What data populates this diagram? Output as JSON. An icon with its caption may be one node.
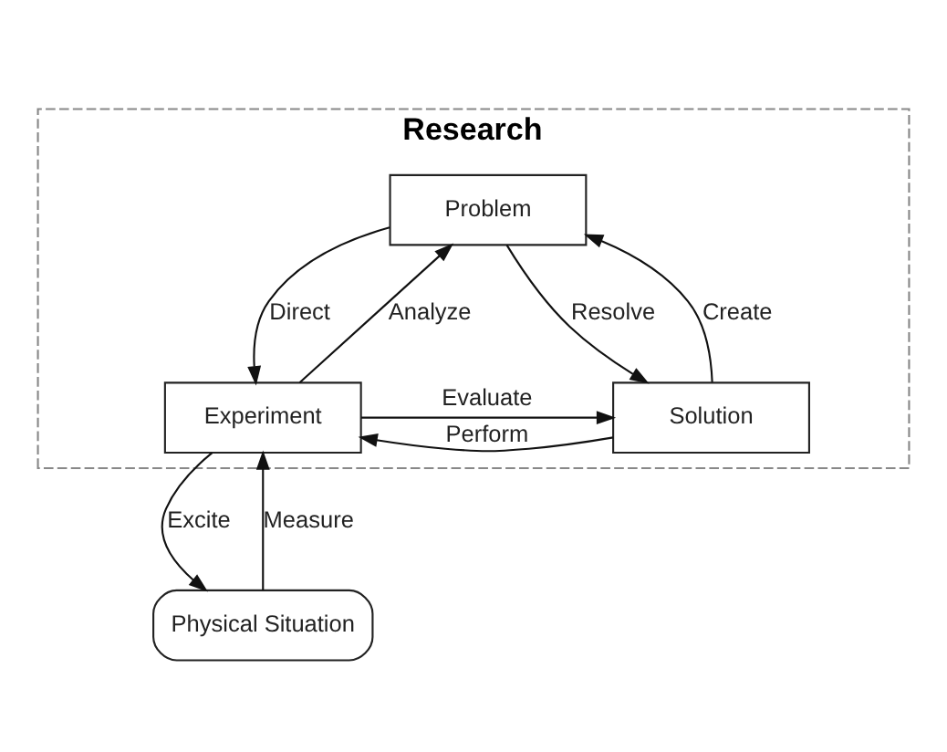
{
  "diagram": {
    "nodes": [
      {
        "text": [
          "Research"
        ]
      },
      {
        "text": [
          "Problem"
        ],
        "in": 0
      },
      {
        "text": [
          "Experiment"
        ],
        "in": 0
      },
      {
        "text": [
          "Solution"
        ],
        "in": 0
      },
      {
        "text": [
          "Physical Situation"
        ]
      }
    ],
    "edges": [
      {
        "from": 2,
        "to": 1,
        "arrow": "to",
        "label": "Analyze"
      },
      {
        "from": 3,
        "to": 1,
        "arrow": "to",
        "label": "Create"
      },
      {
        "from": 1,
        "to": 2,
        "arrow": "to",
        "label": "Direct"
      },
      {
        "from": 1,
        "to": 3,
        "arrow": "to",
        "label": "Resolve"
      },
      {
        "from": 3,
        "to": 2,
        "arrow": "to",
        "label": "Perform"
      },
      {
        "from": 2,
        "to": 3,
        "arrow": "to",
        "label": "Evaluate"
      },
      {
        "from": 4,
        "to": 2,
        "arrow": "to",
        "label": "Measure"
      },
      {
        "from": 2,
        "to": 4,
        "arrow": "to",
        "label": "Excite"
      }
    ]
  }
}
